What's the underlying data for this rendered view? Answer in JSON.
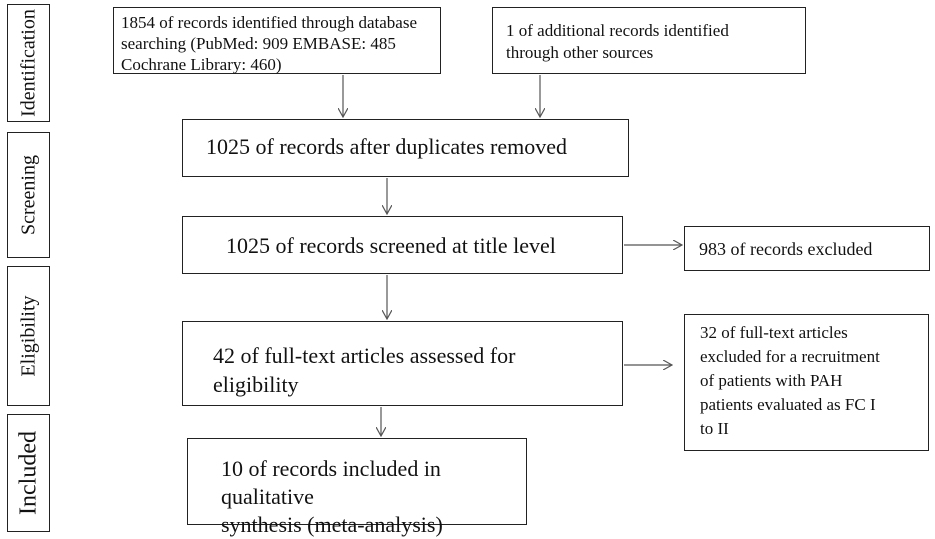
{
  "stages": {
    "identification": "Identification",
    "screening": "Screening",
    "eligibility": "Eligibility",
    "included": "Included"
  },
  "boxes": {
    "database": "1854 of records identified through database\nsearching (PubMed:  909 EMBASE: 485\nCochrane Library: 460)",
    "other_sources": "1 of additional records identified\nthrough other sources",
    "duplicates_removed": "1025 of records after duplicates removed",
    "screened": "1025 of records screened at title level",
    "excluded_screen": "983 of records excluded",
    "full_text_assessed": "42 of full-text articles assessed for\neligibility",
    "full_text_excluded": "32 of full-text articles\nexcluded for a recruitment\nof patients with PAH\npatients evaluated as FC I\nto II",
    "included": "10 of records included in qualitative\nsynthesis      (meta-analysis)"
  },
  "colors": {
    "line": "#222222",
    "arrow": "#555555"
  }
}
